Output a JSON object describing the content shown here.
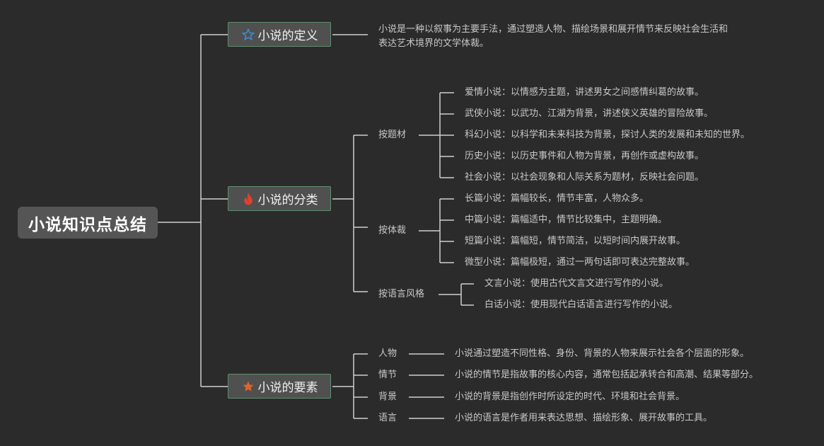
{
  "root": {
    "label": "小说知识点总结"
  },
  "definition": {
    "label": "小说的定义",
    "icon": "star-outline-icon",
    "text": "小说是一种以叙事为主要手法，通过塑造人物、描绘场景和展开情节来反映社会生活和表达艺术境界的文学体裁。"
  },
  "classification": {
    "label": "小说的分类",
    "icon": "fire-icon",
    "groups": [
      {
        "label": "按题材",
        "items": [
          "爱情小说：以情感为主题，讲述男女之间感情纠葛的故事。",
          "武侠小说：以武功、江湖为背景，讲述侠义英雄的冒险故事。",
          "科幻小说：以科学和未来科技为背景，探讨人类的发展和未知的世界。",
          "历史小说：以历史事件和人物为背景，再创作或虚构故事。",
          "社会小说：以社会现象和人际关系为题材，反映社会问题。"
        ]
      },
      {
        "label": "按体裁",
        "items": [
          "长篇小说：篇幅较长，情节丰富，人物众多。",
          "中篇小说：篇幅适中，情节比较集中，主题明确。",
          "短篇小说：篇幅短，情节简洁，以短时间内展开故事。",
          "微型小说：篇幅极短，通过一两句话即可表达完整故事。"
        ]
      },
      {
        "label": "按语言风格",
        "items": [
          "文言小说：使用古代文言文进行写作的小说。",
          "白话小说：使用现代白话语言进行写作的小说。"
        ]
      }
    ]
  },
  "elements": {
    "label": "小说的要素",
    "icon": "star-filled-icon",
    "items": [
      {
        "label": "人物",
        "text": "小说通过塑造不同性格、身份、背景的人物来展示社会各个层面的形象。"
      },
      {
        "label": "情节",
        "text": "小说的情节是指故事的核心内容，通常包括起承转合和高潮、结果等部分。"
      },
      {
        "label": "背景",
        "text": "小说的背景是指创作时所设定的时代、环境和社会背景。"
      },
      {
        "label": "语言",
        "text": "小说的语言是作者用来表达思想、描绘形象、展开故事的工具。"
      }
    ]
  },
  "colors": {
    "background": "#2b2b2b",
    "line": "#cfcfcf",
    "node_border": "#5e8f6e",
    "star_outline": "#3a8fd6",
    "fire": "#e0402a",
    "star_filled": "#e0652a"
  }
}
